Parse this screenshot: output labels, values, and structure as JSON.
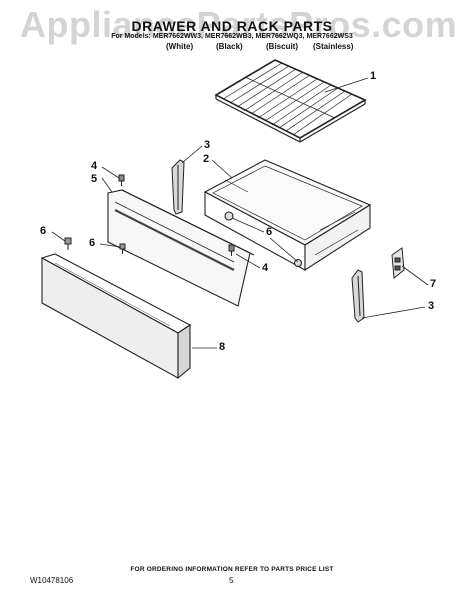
{
  "watermark": "AppliancePartsPros.com",
  "header": {
    "title": "DRAWER AND RACK PARTS",
    "models": "For Models: MER7662WW3, MER7662WB3, MER7662WQ3, MER7662WS3",
    "colors": [
      "(White)",
      "(Black)",
      "(Biscuit)",
      "(Stainless)"
    ]
  },
  "callouts": [
    {
      "id": "c1",
      "label": "1"
    },
    {
      "id": "c3a",
      "label": "3"
    },
    {
      "id": "c2",
      "label": "2"
    },
    {
      "id": "c4a",
      "label": "4"
    },
    {
      "id": "c5",
      "label": "5"
    },
    {
      "id": "c6a",
      "label": "6"
    },
    {
      "id": "c6b",
      "label": "6"
    },
    {
      "id": "c6c",
      "label": "6"
    },
    {
      "id": "c4b",
      "label": "4"
    },
    {
      "id": "c7",
      "label": "7"
    },
    {
      "id": "c3b",
      "label": "3"
    },
    {
      "id": "c8",
      "label": "8"
    }
  ],
  "footer": {
    "ordering_note": "FOR ORDERING INFORMATION REFER TO PARTS PRICE LIST",
    "doc_number": "W10478106",
    "page_number": "5"
  }
}
